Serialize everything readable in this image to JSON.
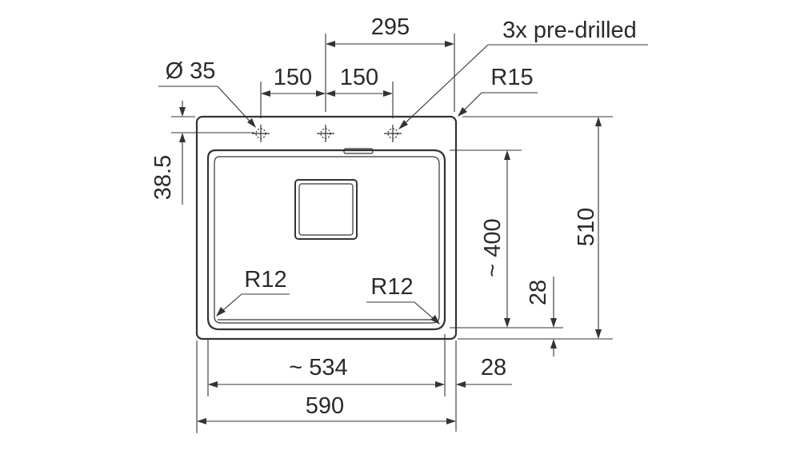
{
  "labels": {
    "dim_295": "295",
    "pre_drilled": "3x pre-drilled",
    "diameter": "Ø 35",
    "dim_150_left": "150",
    "dim_150_right": "150",
    "r15": "R15",
    "dim_38_5": "38.5",
    "dim_400": "~ 400",
    "dim_510": "510",
    "r12_left": "R12",
    "r12_right": "R12",
    "dim_28_vertical": "28",
    "dim_534": "~ 534",
    "dim_28_horizontal": "28",
    "dim_590": "590"
  },
  "colors": {
    "line": "#333333",
    "text": "#2a2a2a",
    "background": "#ffffff"
  }
}
